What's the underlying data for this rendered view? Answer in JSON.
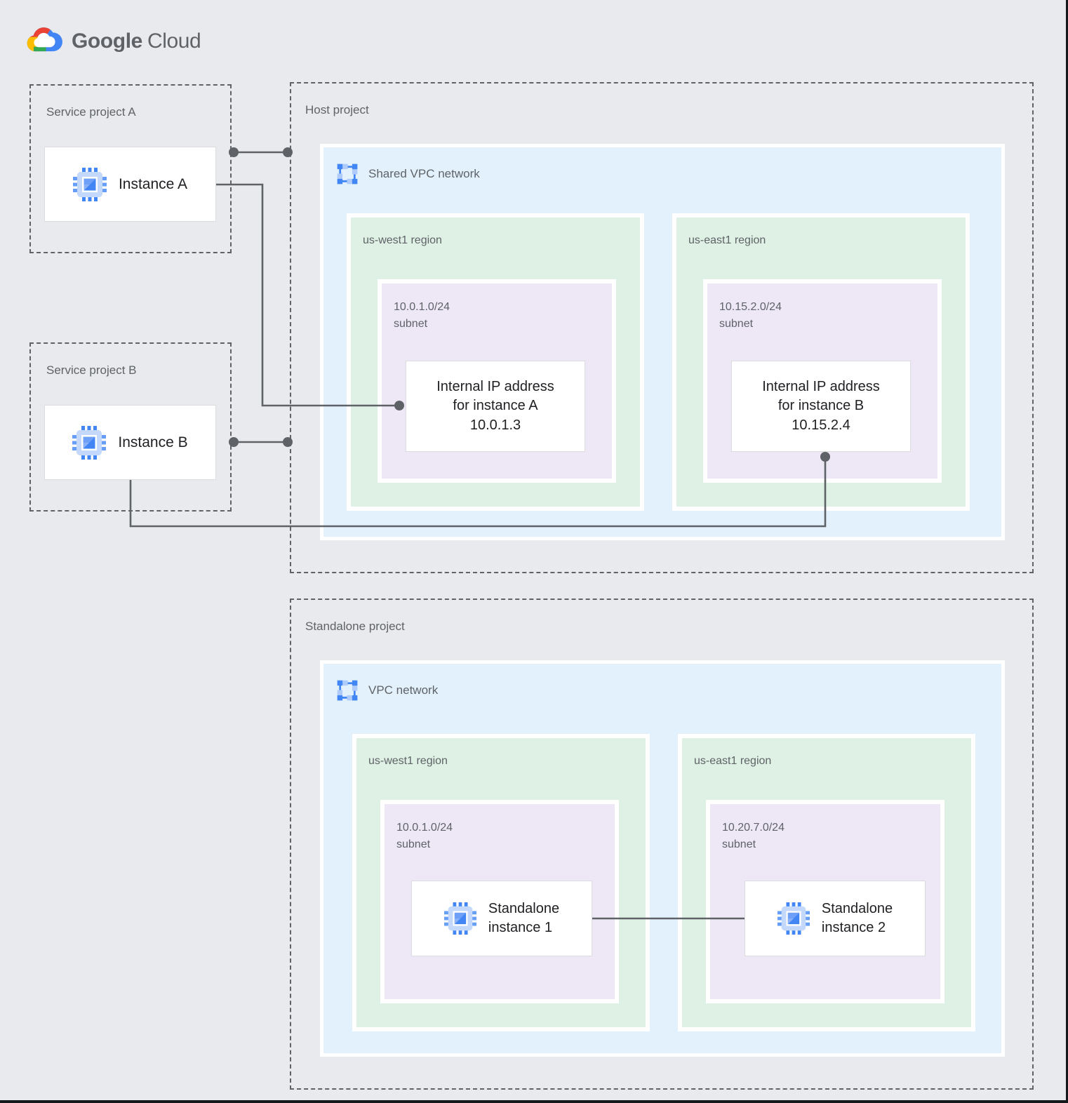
{
  "logo": {
    "brand": "Google",
    "suffix": "Cloud"
  },
  "colors": {
    "background": "#E8EAED",
    "network_fill": "#E2F1FB",
    "region_fill": "#DFF0E5",
    "subnet_fill": "#EDE7F6",
    "connector": "#5F6368",
    "muted_text": "#5F6368",
    "dark_text": "#202124",
    "brand_blue": "#4285F4",
    "brand_red": "#EA4335",
    "brand_yellow": "#FBBC04",
    "brand_green": "#34A853"
  },
  "service_project_a": {
    "title": "Service project A",
    "instance": "Instance A"
  },
  "service_project_b": {
    "title": "Service project B",
    "instance": "Instance B"
  },
  "host_project": {
    "title": "Host project",
    "network": "Shared VPC network",
    "regions": [
      {
        "name": "us-west1 region",
        "cidr": "10.0.1.0/24",
        "cidr_label": "subnet",
        "card": {
          "line1": "Internal IP address",
          "line2": "for instance A",
          "line3": "10.0.1.3"
        }
      },
      {
        "name": "us-east1 region",
        "cidr": "10.15.2.0/24",
        "cidr_label": "subnet",
        "card": {
          "line1": "Internal IP address",
          "line2": "for instance B",
          "line3": "10.15.2.4"
        }
      }
    ]
  },
  "standalone_project": {
    "title": "Standalone project",
    "network": "VPC network",
    "regions": [
      {
        "name": "us-west1 region",
        "cidr": "10.0.1.0/24",
        "cidr_label": "subnet",
        "instance": {
          "line1": "Standalone",
          "line2": "instance 1"
        }
      },
      {
        "name": "us-east1 region",
        "cidr": "10.20.7.0/24",
        "cidr_label": "subnet",
        "instance": {
          "line1": "Standalone",
          "line2": "instance 2"
        }
      }
    ]
  }
}
